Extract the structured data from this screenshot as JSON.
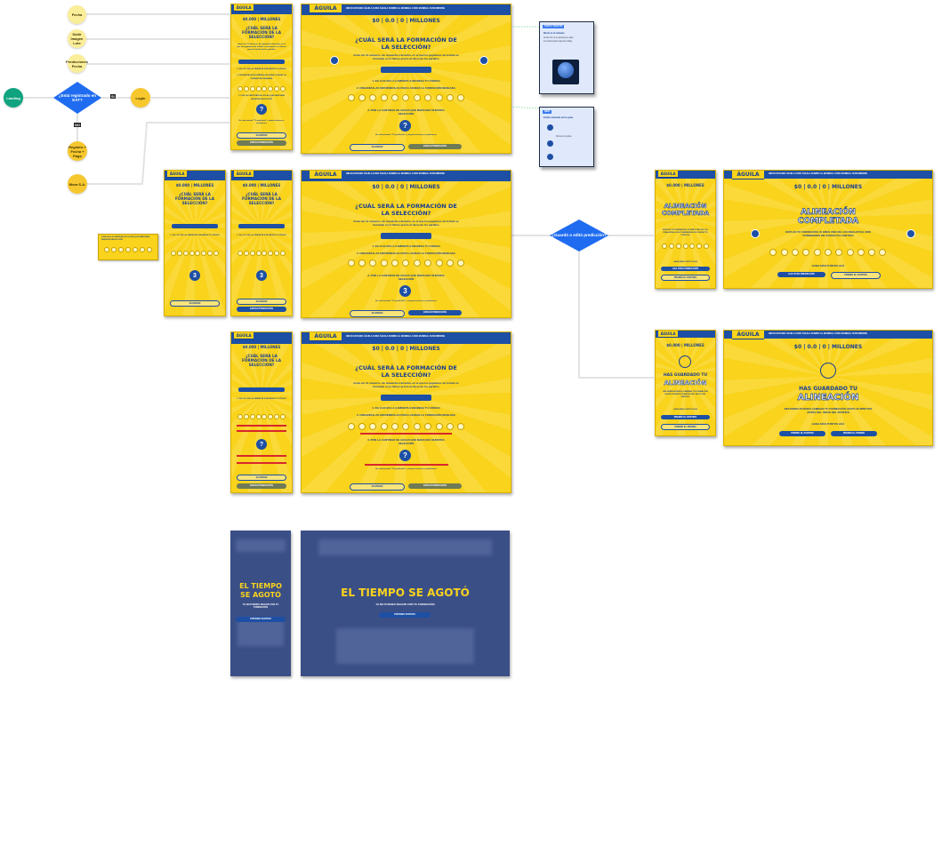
{
  "flow_nodes": {
    "n1": "Fecha",
    "n2": "Subir Imagen Lote",
    "n3": "Predicciones Fecha",
    "start": "Landing",
    "check": "¿Está registrado en EAT?",
    "si_tag": "SI",
    "no_tag": "NO",
    "login": "Login",
    "registro": "Registro + Fecha + Pago",
    "mora": "Mora S.A.",
    "saved_check": "¿Guardó o editó predicción?"
  },
  "screen_text": {
    "logo": "ÁGUILA",
    "nav": "INICIO   ESTADIO ÁGUILA   COPA ÁGUILA   RUMBO AL MUNDIAL   COPA MUNDIAL   SUSCRIBIRSE",
    "millones_mobile": "$0.000 | MILLONES",
    "millones_desktop": "$0 | 0.0 | 0 | MILLONES",
    "question": "¿CUÁL SERÁ LA FORMACIÓN DE LA SELECCIÓN?",
    "intro": "Arma tus 11 números, de izquierda a derecha, en el que los jugadores de la Sele se formarán en el himno previo al inicio de los partidos",
    "step1": "1. DA CLIC EN LA CAMISETA E INGRESA TU CÓDIGO",
    "step2": "2. ORGANÍZALAS MOVIÉNDOLAS PARA LOGRAR LA FORMACIÓN DESEADA",
    "step3": "3. PON LA CANTIDAD DE GOLES QUE MARCARÁ NUESTRA SELECCIÓN",
    "qmark": "?",
    "goals_value": "3",
    "terms": "He seleccionado \"Tú predicción\" y acepto términos y condiciones",
    "btn_guardar": "GUARDAR",
    "btn_enviar": "ENVIAR PREDICCIÓN",
    "aline_mobile": "ALINEACIÓN COMPLETADA",
    "aline_desktop": "ALINEACIÓN COMPLETADA",
    "aline_text": "ESTA ES TU FORMACIÓN, SI ERES UNO DE LOS FINALISTAS, NOS PONDREMOS EN CONTACTO CONTIGO",
    "gana_puntos": "GANA MÁS PUNTOS ACÁ",
    "btn_otra": "HAZ OTRA PREDICCIÓN",
    "btn_premio": "PREMIO EL PARTIDO",
    "guardado_line1": "HAS GUARDADO TU",
    "guardado_line2": "ALINEACIÓN",
    "guardado_text": "RECUERDA PUEDES CAMBIAR TU FORMACIÓN HASTA 30 MINUTOS ANTES DEL INICIO DEL PARTIDO",
    "btn_premio2": "PREMIO EL PREMIO",
    "tiempo_mobile": "EL TIEMPO SE AGOTÓ",
    "tiempo_desktop": "EL TIEMPO SE AGOTÓ",
    "tiempo_sub": "YA NO PUEDES SEGUIR CON TU FORMACIÓN",
    "btn_proximo": "PRÓXIMO PARTIDO"
  },
  "notes": {
    "note1_header": "TEXTO TOOLTIP",
    "note1_line1": "Efecto en el camiseta",
    "note1_line2": "Al dar clic en la camiseta se abre",
    "note1_line3": "la ventana para ingresar código",
    "note2_header": "INFO",
    "note2_line1": "Estado camisetas de los goles",
    "note2_line2": "Número de goles"
  },
  "snippet": {
    "text": "CUÁL ES LA CANTIDAD DE GOLES QUE MARCARÁ NUESTRA SELECCIÓN"
  }
}
